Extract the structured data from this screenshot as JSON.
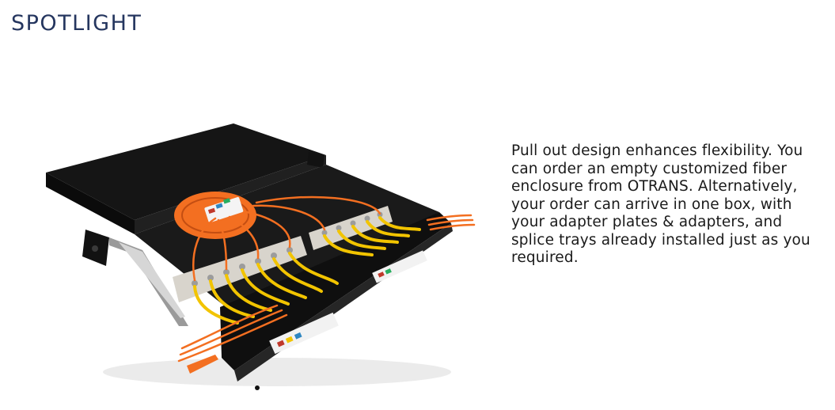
{
  "header": {
    "title": "SPOTLIGHT"
  },
  "main": {
    "product_image_icon": "fiber-optic-enclosure-drawer",
    "description": "Pull out design enhances flexibility. You can order an empty customized fiber enclosure from OTRANS. Alternatively, your order can arrive in one box, with your adapter plates & adapters, and splice trays already installed just as you required."
  },
  "colors": {
    "title": "#25365f",
    "enclosure": "#111111",
    "fiber_orange": "#f36f21",
    "fiber_yellow": "#f2c400",
    "adapter_plate": "#d8d4cc"
  }
}
